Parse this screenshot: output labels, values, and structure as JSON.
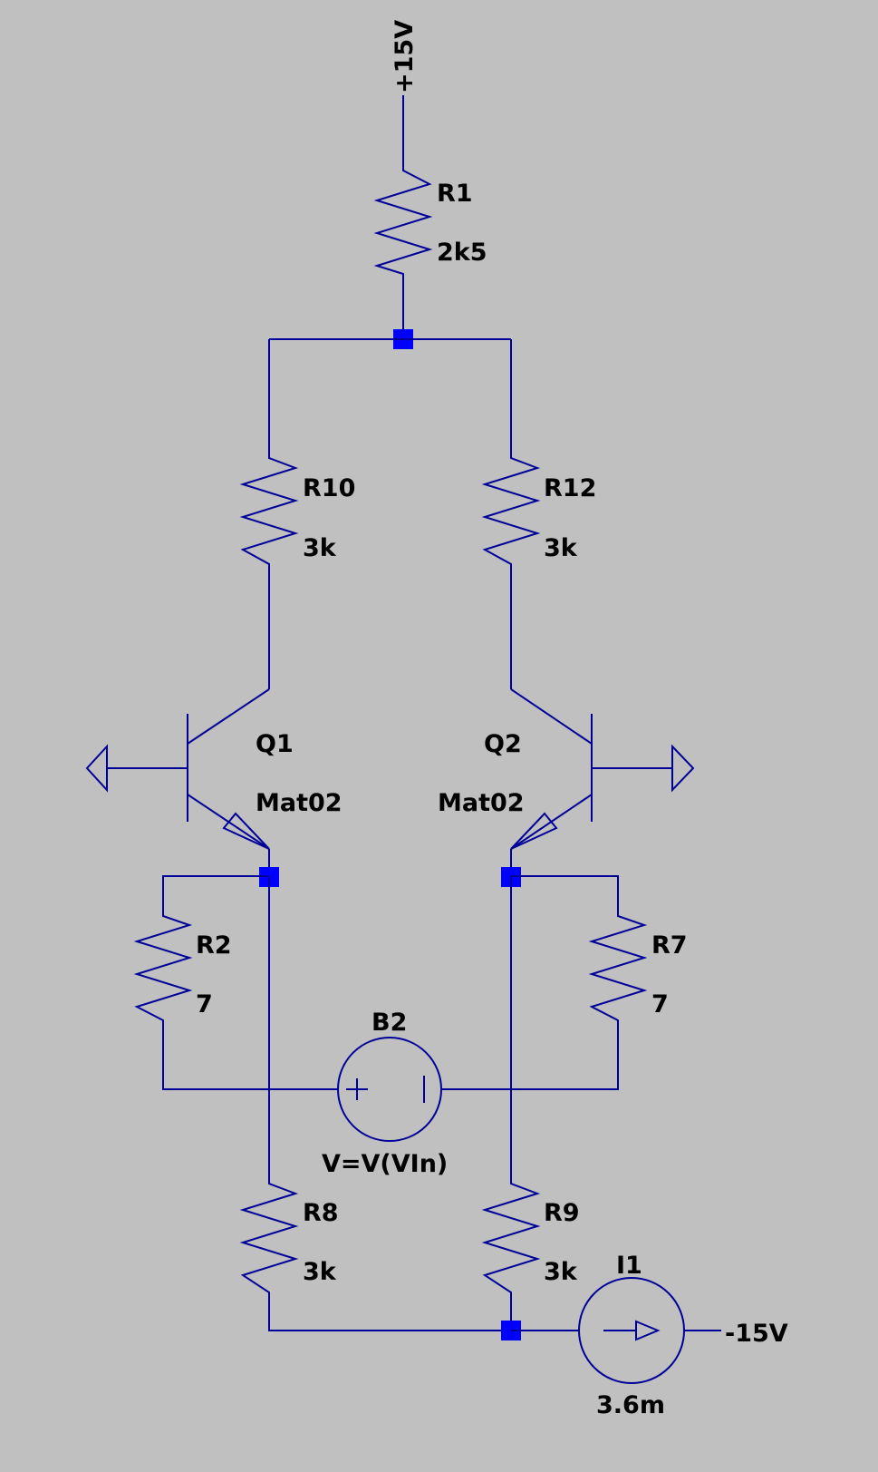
{
  "colors": {
    "background": "#c0c0c0",
    "wire": "#000099",
    "junction": "#0000ff",
    "text": "#000000"
  },
  "supply_top": "+15V",
  "supply_bottom": "-15V",
  "components": {
    "R1": {
      "ref": "R1",
      "value": "2k5"
    },
    "R10": {
      "ref": "R10",
      "value": "3k"
    },
    "R12": {
      "ref": "R12",
      "value": "3k"
    },
    "Q1": {
      "ref": "Q1",
      "value": "Mat02"
    },
    "Q2": {
      "ref": "Q2",
      "value": "Mat02"
    },
    "R2": {
      "ref": "R2",
      "value": "7"
    },
    "R7": {
      "ref": "R7",
      "value": "7"
    },
    "B2": {
      "ref": "B2",
      "value": "V=V(VIn)"
    },
    "R8": {
      "ref": "R8",
      "value": "3k"
    },
    "R9": {
      "ref": "R9",
      "value": "3k"
    },
    "I1": {
      "ref": "I1",
      "value": "3.6m"
    }
  },
  "icons": [
    "ground-symbol",
    "npn-transistor",
    "resistor",
    "voltage-source",
    "current-source"
  ]
}
